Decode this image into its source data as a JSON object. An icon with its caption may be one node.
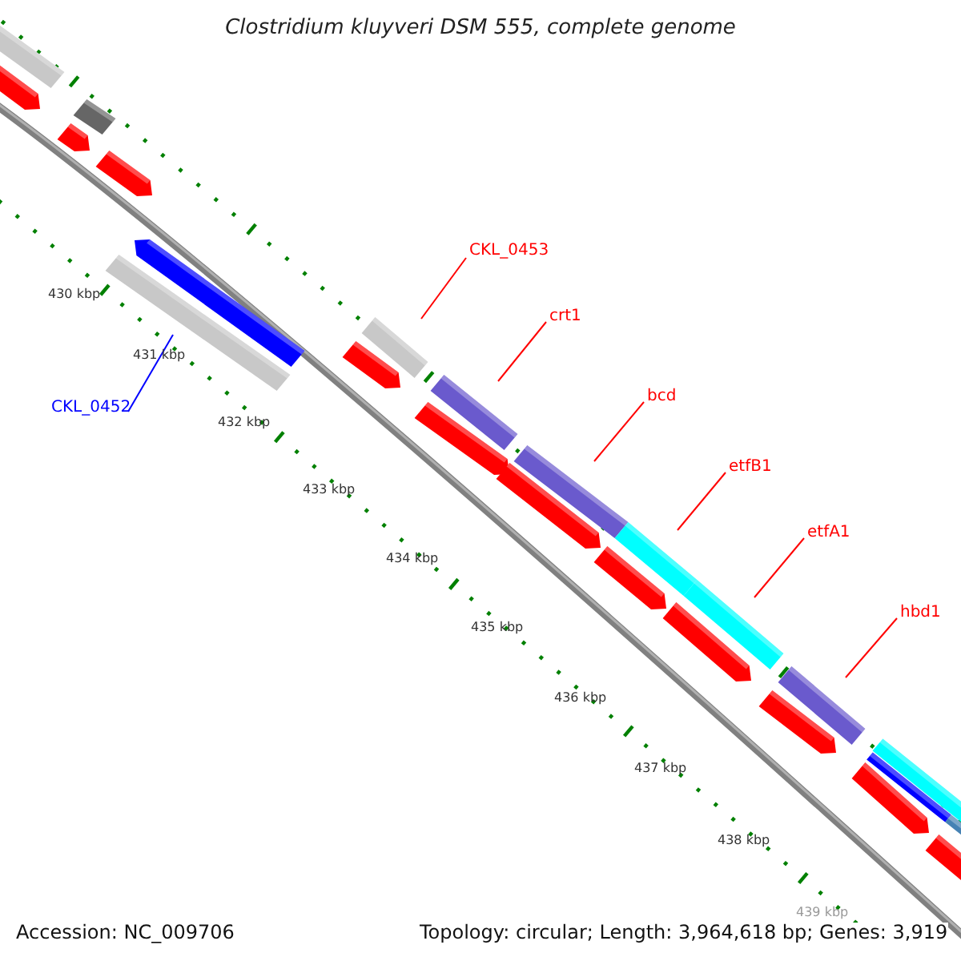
{
  "diagram": {
    "title": "Clostridium kluyveri DSM 555, complete genome",
    "nodes": [
      {
        "text": [
          "CKL_0453"
        ]
      },
      {
        "text": [
          "crt1"
        ]
      },
      {
        "text": [
          "bcd"
        ]
      },
      {
        "text": [
          "etfB1"
        ]
      },
      {
        "text": [
          "etfA1"
        ]
      },
      {
        "text": [
          "hbd1"
        ]
      },
      {
        "text": [
          "CKL_0452"
        ]
      },
      {
        "text": [],
        "shape": "bar"
      },
      {
        "text": [],
        "shape": "arrow"
      },
      {
        "text": [],
        "shape": "arrow"
      },
      {
        "text": [],
        "shape": "bar"
      },
      {
        "text": [],
        "shape": "arrow"
      },
      {
        "text": [],
        "shape": "bar"
      },
      {
        "text": [],
        "shape": "arrow"
      },
      {
        "text": [],
        "shape": "arrow"
      },
      {
        "text": [],
        "shape": "bar"
      },
      {
        "text": [],
        "shape": "arrow"
      },
      {
        "text": [],
        "shape": "bar"
      },
      {
        "text": [],
        "shape": "arrow"
      },
      {
        "text": [],
        "shape": "bar"
      },
      {
        "text": [],
        "shape": "arrow"
      },
      {
        "text": [],
        "shape": "bar"
      },
      {
        "text": [],
        "shape": "arrow"
      },
      {
        "text": [],
        "shape": "bar"
      },
      {
        "text": [],
        "shape": "arrow"
      },
      {
        "text": [],
        "shape": "bar"
      },
      {
        "text": [],
        "shape": "arrow"
      },
      {
        "text": [],
        "shape": "bar"
      },
      {
        "text": [],
        "shape": "bar"
      },
      {
        "text": [],
        "shape": "bar"
      },
      {
        "text": [],
        "shape": "bar"
      }
    ],
    "edges": [
      {
        "from": 0,
        "to": 15,
        "arrow": "none"
      },
      {
        "from": 1,
        "to": 17,
        "arrow": "none"
      },
      {
        "from": 2,
        "to": 19,
        "arrow": "none"
      },
      {
        "from": 3,
        "to": 21,
        "arrow": "none"
      },
      {
        "from": 4,
        "to": 23,
        "arrow": "none"
      },
      {
        "from": 5,
        "to": 25,
        "arrow": "none"
      },
      {
        "from": 6,
        "to": 12,
        "arrow": "none",
        "color": "#0000ff"
      }
    ],
    "labels": [
      "430 kbp",
      "431 kbp",
      "432 kbp",
      "433 kbp",
      "434 kbp",
      "435 kbp",
      "436 kbp",
      "437 kbp",
      "438 kbp",
      "439 kbp",
      "Accession: NC_009706",
      "Topology: circular; Length: 3,964,618 bp; Genes: 3,919"
    ]
  }
}
